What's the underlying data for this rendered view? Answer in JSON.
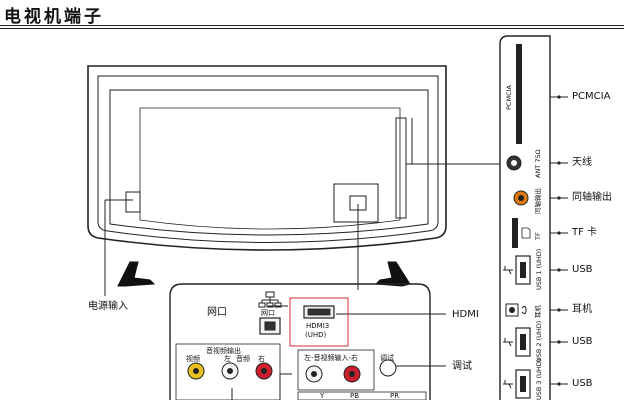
{
  "title": "电视机端子",
  "tv_labels": {
    "power_input": "电源输入",
    "network": "网口",
    "network_small": "网口",
    "hdmi": "HDMI",
    "hdmi3_line1": "HDMI3",
    "hdmi3_line2": "(UHD)",
    "av_out_header": "音视频输出",
    "av_out_video": "视频",
    "av_out_left": "左",
    "av_out_audio": "音频",
    "av_out_right": "右",
    "av_in_header": "左-音视频输入-右",
    "debug_small": "调试",
    "debug": "调试",
    "y": "Y",
    "pb": "PB",
    "pr": "PR"
  },
  "side_panel": {
    "pcmcia_vertical": "PCMCIA",
    "pcmcia": "PCMCIA",
    "antenna_vertical": "ANT 75Ω",
    "antenna": "天线",
    "coax_vertical": "同轴输出",
    "coax": "同轴输出",
    "tf_vertical": "TF",
    "tf": "TF 卡",
    "usb1_vertical": "USB 1 (UHD)",
    "usb1": "USB",
    "headphone_vertical": "耳机",
    "headphone": "耳机",
    "usb2_vertical": "USB 2 (UHD)",
    "usb2": "USB",
    "usb3_vertical": "USB 3 (UHD)",
    "usb3": "USB"
  },
  "colors": {
    "line": "#222222",
    "video_yellow": "#e8c020",
    "audio_white": "#f4f4f4",
    "audio_red": "#cc2030",
    "coax_orange": "#e07a10",
    "hdmi_box": "#cc3030",
    "pb_blue": "#2050c0",
    "pr_red": "#cc2030",
    "y_green": "#20a040"
  }
}
